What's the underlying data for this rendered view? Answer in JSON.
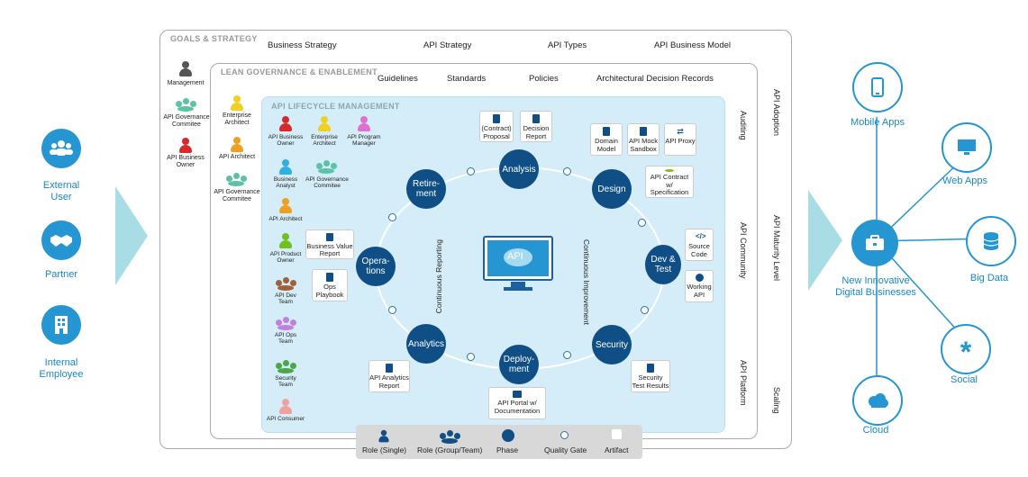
{
  "left_actors": [
    {
      "label": "External\nUser",
      "icon": "users-icon"
    },
    {
      "label": "Partner",
      "icon": "handshake-icon"
    },
    {
      "label": "Internal\nEmployee",
      "icon": "building-icon"
    }
  ],
  "goals": {
    "title": "GOALS & STRATEGY",
    "items": [
      "Business Strategy",
      "API Strategy",
      "API Types",
      "API Business Model"
    ],
    "roles": [
      "Management",
      "API Governance Commitee",
      "API Business Owner"
    ]
  },
  "governance": {
    "title": "LEAN GOVERNANCE & ENABLEMENT",
    "items": [
      "Guidelines",
      "Standards",
      "Policies",
      "Architectural Decision Records"
    ],
    "roles": [
      "Enterprise Architect",
      "API Architect",
      "API Governance Commitee"
    ]
  },
  "lifecycle": {
    "title": "API LIFECYCLE MANAGEMENT",
    "roles": [
      "API Business Owner",
      "Enterprise Architect",
      "API Program Manager",
      "Business Analyst",
      "API Governance Commitee",
      "API Architect",
      "API Product Owner",
      "API Dev Team",
      "API Ops Team",
      "Security Team",
      "API Consumer"
    ],
    "phases": [
      "Analysis",
      "Design",
      "Dev & Test",
      "Security",
      "Deploy-ment",
      "Analytics",
      "Opera-tions",
      "Retire-ment"
    ],
    "artifacts": [
      "(Contract) Proposal",
      "Decision Report",
      "Domain Model",
      "API Mock Sandbox",
      "API Proxy",
      "API Contract w/ Specification",
      "Source Code",
      "Working API",
      "Security Test Results",
      "API Portal w/ Documentation",
      "API Analytics Report",
      "Business Value Report",
      "Ops Playbook"
    ],
    "center": "API",
    "continuous_reporting": "Continuous Reporting",
    "continuous_improvement": "Continuous Improvement"
  },
  "side_labels": {
    "top": [
      "Auditing",
      "API Adoption"
    ],
    "mid": [
      "API Community",
      "API Maturity Level"
    ],
    "bot": [
      "API Platform",
      "Scaling"
    ]
  },
  "legend": [
    "Role (Single)",
    "Role (Group/Team)",
    "Phase",
    "Quality Gate",
    "Artifact"
  ],
  "right": {
    "center": "New Innovative\nDigital Businesses",
    "nodes": [
      "Mobile Apps",
      "Web Apps",
      "Big Data",
      "Social",
      "Cloud"
    ]
  },
  "colors": {
    "blue": "#2596d1",
    "navy": "#0f4f86",
    "panel": "#d5edf8",
    "arrow": "#a9dde6"
  }
}
